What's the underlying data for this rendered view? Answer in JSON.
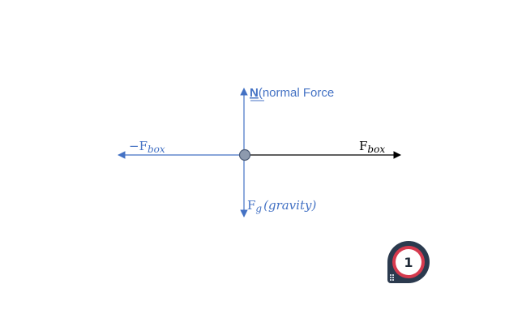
{
  "diagram": {
    "labels": {
      "normal_force_symbol": "N",
      "normal_force_text": "(normal Force",
      "neg_force_prefix": "−F",
      "neg_force_subscript": "box",
      "force_base": "F",
      "force_subscript": "box",
      "gravity_base": "F",
      "gravity_subscript": "g",
      "gravity_text": "(gravity)"
    },
    "colors": {
      "blue": "#4472c4",
      "black": "#000000",
      "node_fill": "#8d9aae",
      "node_stroke": "#4a5a75"
    }
  },
  "comment_badge": {
    "count": "1",
    "icon": "comment-marker-icon"
  }
}
